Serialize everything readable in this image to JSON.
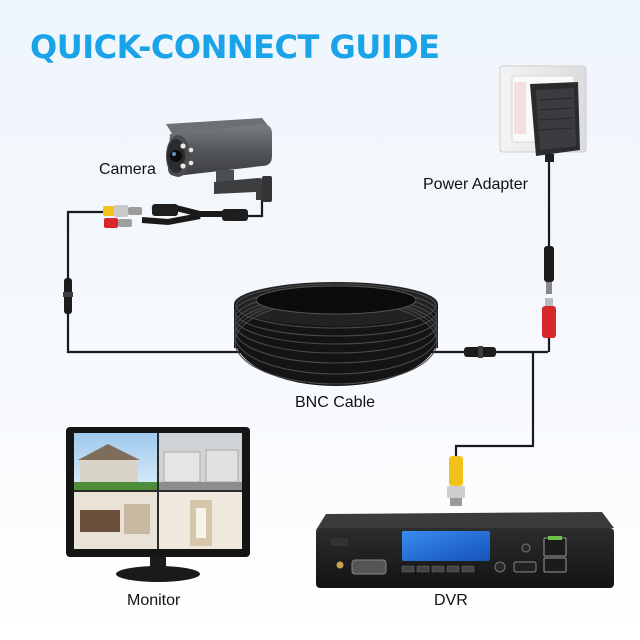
{
  "title": "QUICK-CONNECT GUIDE",
  "labels": {
    "camera": "Camera",
    "power_adapter": "Power Adapter",
    "bnc_cable": "BNC Cable",
    "monitor": "Monitor",
    "dvr": "DVR"
  },
  "colors": {
    "title": "#1aa3e8",
    "cable": "#1a1a1a",
    "bnc_yellow": "#f2c21b",
    "power_red": "#d8282a",
    "dvr_screen": "#1e6fd6"
  }
}
